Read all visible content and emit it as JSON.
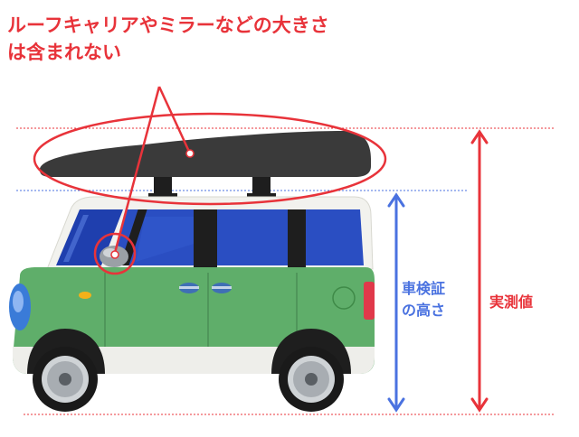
{
  "annotation": {
    "title_line1": "ルーフキャリアやミラーなどの大きさ",
    "title_line2": "は含まれない"
  },
  "labels": {
    "inspection_height_line1": "車検証",
    "inspection_height_line2": "の高さ",
    "actual_measurement": "実測値"
  },
  "colors": {
    "annotation_red": "#e8333a",
    "inspection_blue": "#4a72e0",
    "car_body_green": "#5fae6a",
    "car_top_white": "#f2f2ee",
    "window_blue": "#1f3fae",
    "roof_box_dark": "#3a3a3a"
  }
}
